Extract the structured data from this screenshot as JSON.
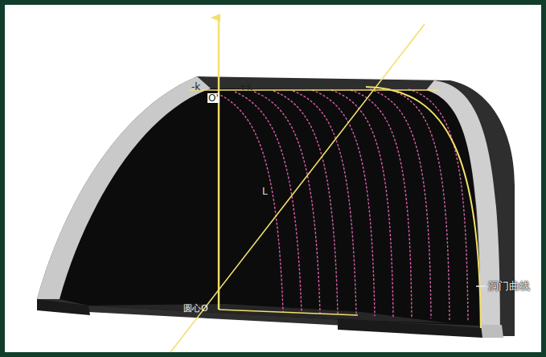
{
  "diagram": {
    "labels": [
      "-k",
      "+k",
      "O'",
      "L",
      "圆心O",
      "洞门曲线"
    ]
  }
}
